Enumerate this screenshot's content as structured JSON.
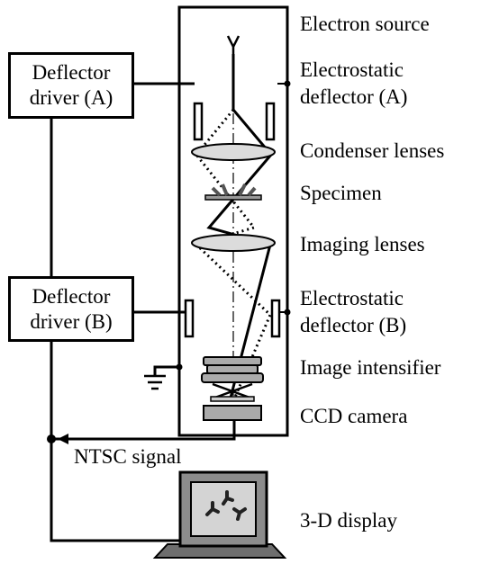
{
  "labels": {
    "electron_source": "Electron source",
    "deflector_a_1": "Electrostatic",
    "deflector_a_2": "deflector (A)",
    "condenser": "Condenser lenses",
    "specimen": "Specimen",
    "imaging": "Imaging lenses",
    "deflector_b_1": "Electrostatic",
    "deflector_b_2": "deflector (B)",
    "intensifier": "Image intensifier",
    "ccd": "CCD camera",
    "ntsc": "NTSC signal",
    "display": "3-D display"
  },
  "driver_a": {
    "line1": "Deflector",
    "line2": "driver (A)"
  },
  "driver_b": {
    "line1": "Deflector",
    "line2": "driver (B)"
  },
  "colors": {
    "ink": "#000000",
    "lens_fill": "#dcdcdc",
    "monitor": "#8c8c8c",
    "screen": "#d4d4d4"
  }
}
